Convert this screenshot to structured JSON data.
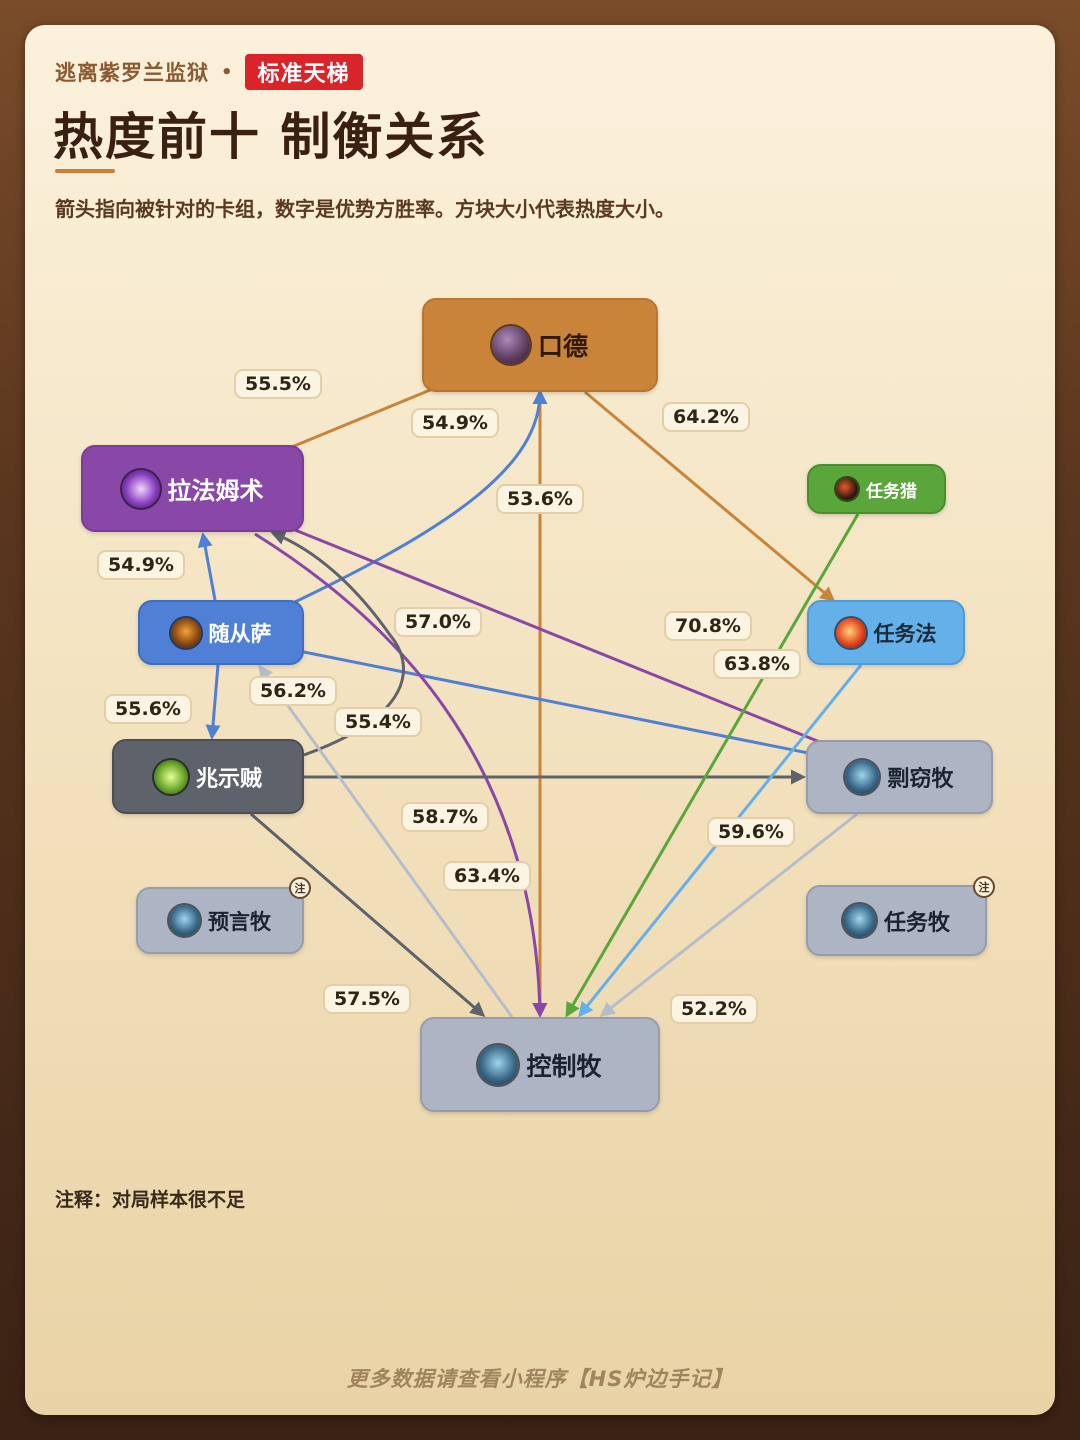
{
  "header": {
    "season": "逃离紫罗兰监狱",
    "separator": "•",
    "badge": "标准天梯",
    "title": "热度前十 制衡关系",
    "subtitle": "箭头指向被针对的卡组，数字是优势方胜率。方块大小代表热度大小。"
  },
  "nodes": [
    {
      "id": "koude",
      "label": "口德",
      "color": "#c9843a",
      "border": "#b87430",
      "text_color": "#2d1a0d",
      "icon": "dark-portrait-icon",
      "icon_bg": "radial-gradient(circle at 40% 35%, #a88bb8, #5b3a5e 60%, #2a1c2e)"
    },
    {
      "id": "lafa",
      "label": "拉法姆术",
      "color": "#8947a8",
      "border": "#7a3c98",
      "text_color": "#ffffff",
      "icon": "purple-spark-icon",
      "icon_bg": "radial-gradient(circle at 50% 50%, #f0d6ff, #8a3fc0 55%, #2a0f3e)"
    },
    {
      "id": "renwulie",
      "label": "任务猎",
      "color": "#5aa63a",
      "border": "#4a8f2e",
      "text_color": "#ffffff",
      "icon": "dark-flame-icon",
      "icon_bg": "radial-gradient(circle at 40% 40%, #e05a2a, #3a1a10 60%, #120806)"
    },
    {
      "id": "suicongsa",
      "label": "随从萨",
      "color": "#4f80d6",
      "border": "#3f6ec0",
      "text_color": "#ffffff",
      "icon": "totem-icon",
      "icon_bg": "radial-gradient(circle at 50% 45%, #f4a13a, #8a4a14 55%, #2a1408)"
    },
    {
      "id": "renwufa",
      "label": "任务法",
      "color": "#64b1ea",
      "border": "#4f9ad4",
      "text_color": "#1c2a3a",
      "icon": "fireball-icon",
      "icon_bg": "radial-gradient(circle at 45% 45%, #ffd37a, #e2451c 55%, #5a1008)"
    },
    {
      "id": "zhaoshizei",
      "label": "兆示贼",
      "color": "#5e636b",
      "border": "#4a4f57",
      "text_color": "#ffffff",
      "icon": "green-blade-icon",
      "icon_bg": "radial-gradient(circle at 50% 50%, #e6ff9a, #6aa82a 55%, #1e3a10)"
    },
    {
      "id": "poqiemu",
      "label": "剽窃牧",
      "color": "#adb4c4",
      "border": "#969cab",
      "text_color": "#1c2230",
      "icon": "priest-tome-icon",
      "icon_bg": "radial-gradient(circle at 50% 45%, #9fd6ec, #3b6a8a 55%, #1a2430)"
    },
    {
      "id": "yuyanmu",
      "label": "预言牧",
      "color": "#adb4c4",
      "border": "#969cab",
      "text_color": "#1c2230",
      "icon": "priest-tome-icon",
      "icon_bg": "radial-gradient(circle at 50% 45%, #9fd6ec, #3b6a8a 55%, #1a2430)",
      "note": "注"
    },
    {
      "id": "renwumu",
      "label": "任务牧",
      "color": "#adb4c4",
      "border": "#969cab",
      "text_color": "#1c2230",
      "icon": "priest-tome-icon",
      "icon_bg": "radial-gradient(circle at 50% 45%, #9fd6ec, #3b6a8a 55%, #1a2430)",
      "note": "注"
    },
    {
      "id": "kongzhimu",
      "label": "控制牧",
      "color": "#adb4c4",
      "border": "#969cab",
      "text_color": "#1c2230",
      "icon": "priest-tome-icon",
      "icon_bg": "radial-gradient(circle at 50% 45%, #9fd6ec, #3b6a8a 55%, #1a2430)"
    }
  ],
  "edges": [
    {
      "from": "koude",
      "to": "lafa",
      "rate": "55.5%",
      "color": "#c9843a"
    },
    {
      "from": "koude",
      "to": "kongzhimu",
      "rate": "53.6%",
      "color": "#c9843a"
    },
    {
      "from": "koude",
      "to": "renwufa",
      "rate": "64.2%",
      "color": "#c9843a"
    },
    {
      "from": "suicongsa",
      "to": "koude",
      "rate": "54.9%",
      "color": "#4f80d6"
    },
    {
      "from": "suicongsa",
      "to": "lafa",
      "rate": "54.9%",
      "color": "#4f80d6"
    },
    {
      "from": "suicongsa",
      "to": "zhaoshizei",
      "rate": "55.6%",
      "color": "#4f80d6"
    },
    {
      "from": "suicongsa",
      "to": "poqiemu",
      "rate": "57.0%",
      "color": "#4f80d6"
    },
    {
      "from": "lafa",
      "to": "poqiemu",
      "rate": "70.8%",
      "color": "#8947a8"
    },
    {
      "from": "lafa",
      "to": "kongzhimu",
      "rate": "63.4%",
      "color": "#8947a8"
    },
    {
      "from": "zhaoshizei",
      "to": "lafa",
      "rate": "55.4%",
      "color": "#5e636b"
    },
    {
      "from": "zhaoshizei",
      "to": "poqiemu",
      "rate": "58.7%",
      "color": "#5e636b"
    },
    {
      "from": "zhaoshizei",
      "to": "kongzhimu",
      "rate": "57.5%",
      "color": "#5e636b"
    },
    {
      "from": "kongzhimu",
      "to": "suicongsa",
      "rate": "56.2%",
      "color": "#b6bdca"
    },
    {
      "from": "renwulie",
      "to": "kongzhimu",
      "rate": "63.8%",
      "color": "#5aa63a"
    },
    {
      "from": "renwufa",
      "to": "kongzhimu",
      "rate": "59.6%",
      "color": "#64b1ea"
    },
    {
      "from": "poqiemu",
      "to": "kongzhimu",
      "rate": "52.2%",
      "color": "#b6bdca"
    }
  ],
  "note": "注释：对局样本很不足",
  "footer": "更多数据请查看小程序【HS炉边手记】"
}
